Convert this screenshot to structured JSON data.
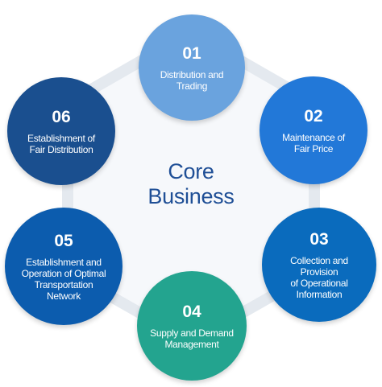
{
  "center": {
    "line1": "Core",
    "line2": "Business",
    "color": "#1f4f96"
  },
  "ring_color": "#e4e9ef",
  "nodes": [
    {
      "number": "01",
      "label": "Distribution and\nTrading",
      "color": "#6aa3de"
    },
    {
      "number": "02",
      "label": "Maintenance of\nFair Price",
      "color": "#2278d8"
    },
    {
      "number": "03",
      "label": "Collection and Provision\nof Operational\nInformation",
      "color": "#0a6bbd"
    },
    {
      "number": "04",
      "label": "Supply and Demand\nManagement",
      "color": "#23a48f"
    },
    {
      "number": "05",
      "label": "Establishment and\nOperation of Optimal\nTransportation\nNetwork",
      "color": "#0c5cae"
    },
    {
      "number": "06",
      "label": "Establishment of\nFair Distribution",
      "color": "#1a4f8f"
    }
  ]
}
